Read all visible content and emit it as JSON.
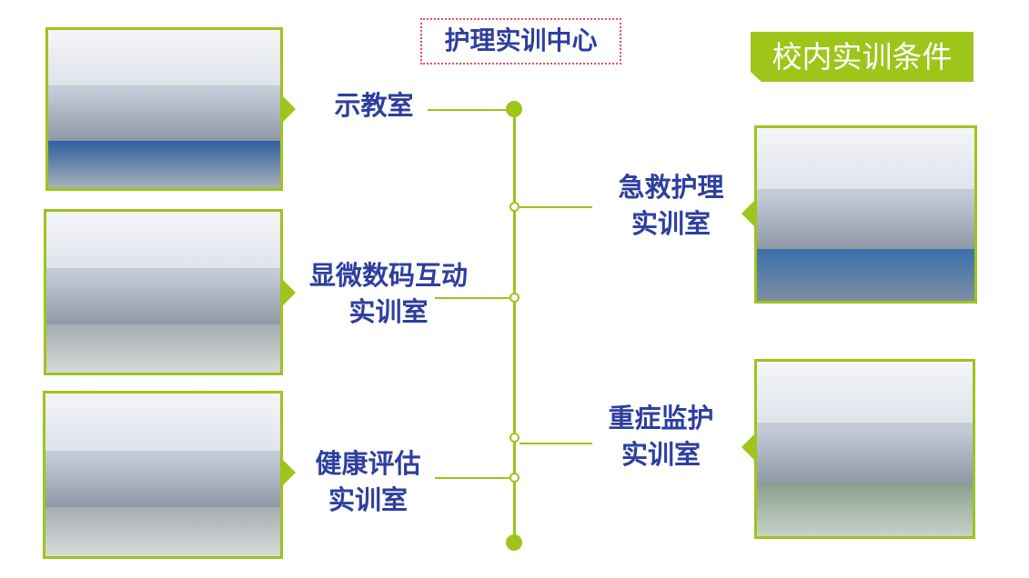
{
  "title": "护理实训中心",
  "badge": "校内实训条件",
  "rooms": [
    {
      "line1": "示教室",
      "line2": ""
    },
    {
      "line1": "急救护理",
      "line2": "实训室"
    },
    {
      "line1": "显微数码互动",
      "line2": "实训室"
    },
    {
      "line1": "重症监护",
      "line2": "实训室"
    },
    {
      "line1": "健康评估",
      "line2": "实训室"
    }
  ],
  "colors": {
    "accent": "#9dc51a",
    "text": "#2d3f9e",
    "title_border": "#e05060"
  }
}
